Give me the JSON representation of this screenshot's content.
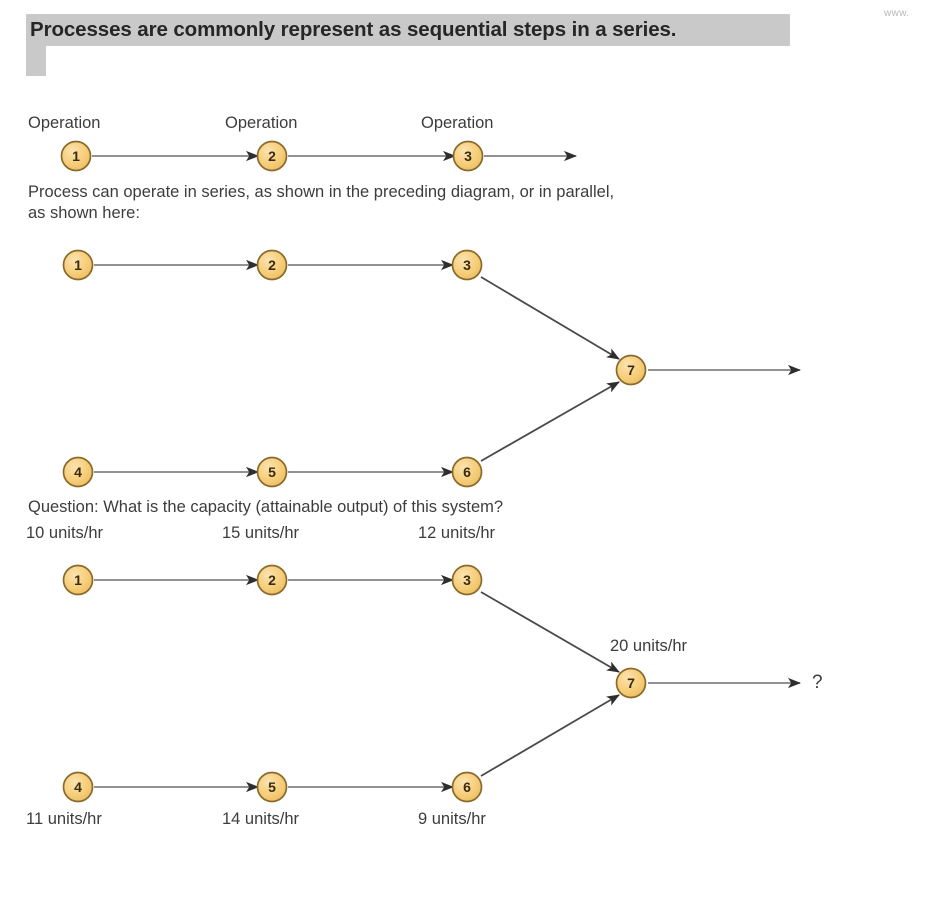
{
  "page": {
    "heading": "Processes are commonly represent as sequential steps in a series.",
    "watermark": "www."
  },
  "colors": {
    "node_fill": "#f6cd78",
    "node_fill_light": "#fae2ae",
    "node_stroke": "#8a6a2a",
    "node_text": "#3a2c10",
    "arrow": "#4a4a4a",
    "line": "#6e6e6e",
    "highlight_band": "#c9c9c9",
    "body_text": "#3d3d3d"
  },
  "series_diagram": {
    "name": "series-process-diagram",
    "labels": [
      "Operation",
      "Operation",
      "Operation"
    ],
    "nodes": [
      "1",
      "2",
      "3"
    ],
    "has_trailing_arrow": true
  },
  "paragraphs": {
    "series_note": "Process can operate in series, as shown in the preceding diagram, or in parallel,\nas shown here:",
    "question": "Question: What is the capacity (attainable output) of this system?"
  },
  "parallel_diagram": {
    "name": "parallel-process-diagram",
    "top_branch": [
      "1",
      "2",
      "3"
    ],
    "bottom_branch": [
      "4",
      "5",
      "6"
    ],
    "merge_node": "7",
    "has_trailing_arrow": true
  },
  "capacity_diagram": {
    "name": "capacity-process-diagram",
    "top_branch": [
      {
        "node": "1",
        "rate": "10 units/hr"
      },
      {
        "node": "2",
        "rate": "15 units/hr"
      },
      {
        "node": "3",
        "rate": "12 units/hr"
      }
    ],
    "bottom_branch": [
      {
        "node": "4",
        "rate": "11 units/hr"
      },
      {
        "node": "5",
        "rate": "14 units/hr"
      },
      {
        "node": "6",
        "rate": "9 units/hr"
      }
    ],
    "merge_node": {
      "node": "7",
      "rate": "20 units/hr"
    },
    "output_label": "?"
  }
}
